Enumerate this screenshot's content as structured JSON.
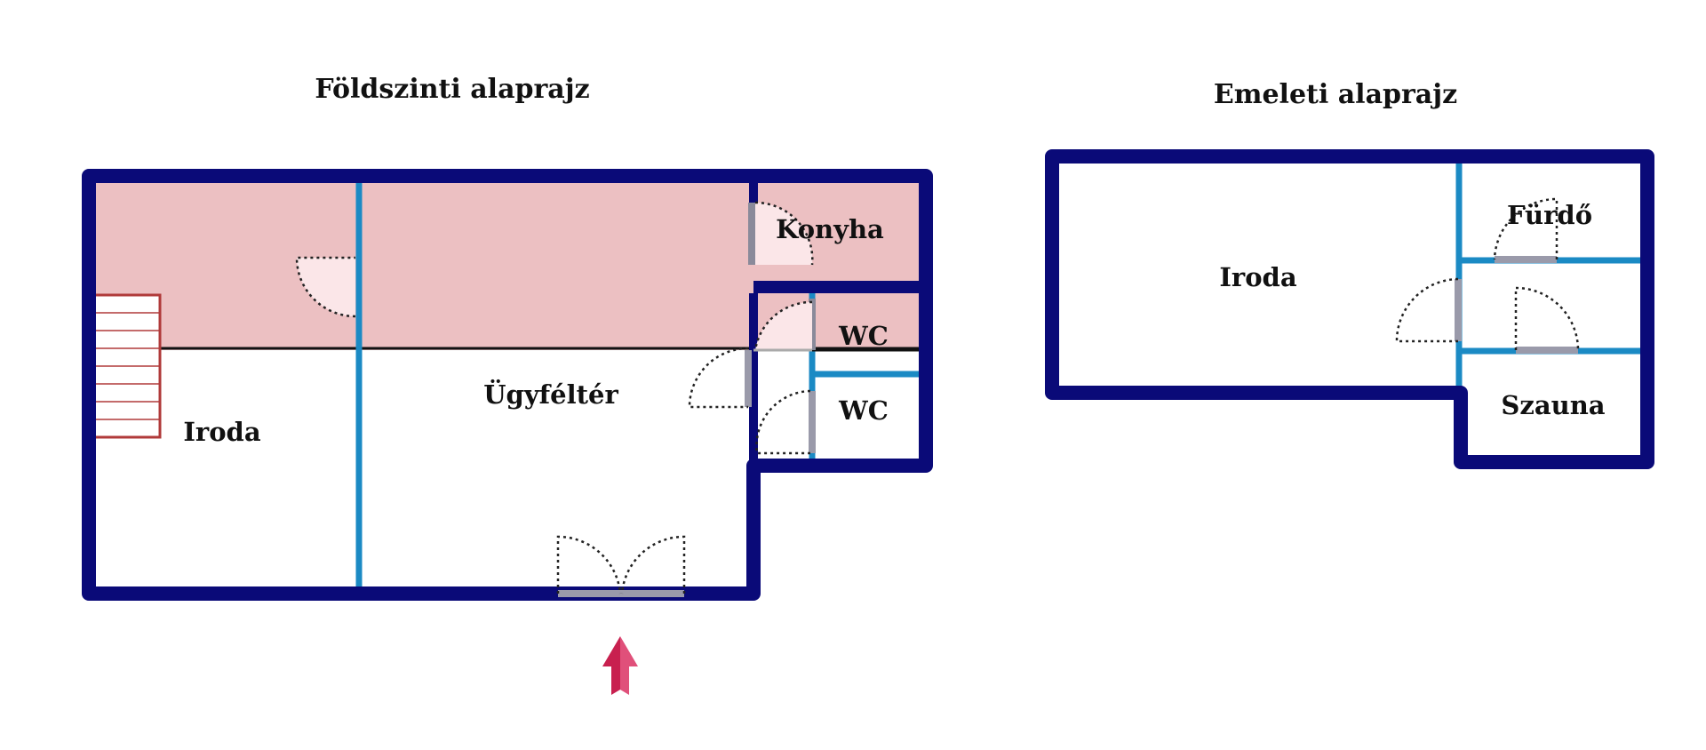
{
  "colors": {
    "outer_wall": "#0a0a78",
    "inner_wall": "#1b8ac4",
    "highlight_fill": "#ecc0c2",
    "door_leaf": "#fbe6e8",
    "window": "#9dcbe6",
    "stair": "#b03a3a",
    "entrance_arrow": "#c8204f"
  },
  "ground_floor": {
    "title": "Földszinti alaprajz",
    "rooms": {
      "office": "Iroda",
      "reception": "Ügyféltér",
      "kitchen": "Konyha",
      "wc_upper": "WC",
      "wc_lower": "WC"
    }
  },
  "upper_floor": {
    "title": "Emeleti alaprajz",
    "rooms": {
      "office": "Iroda",
      "bathroom": "Fürdő",
      "sauna": "Szauna"
    }
  },
  "icons": {
    "entrance": "entrance-arrow-icon",
    "stairs": "staircase-icon"
  }
}
